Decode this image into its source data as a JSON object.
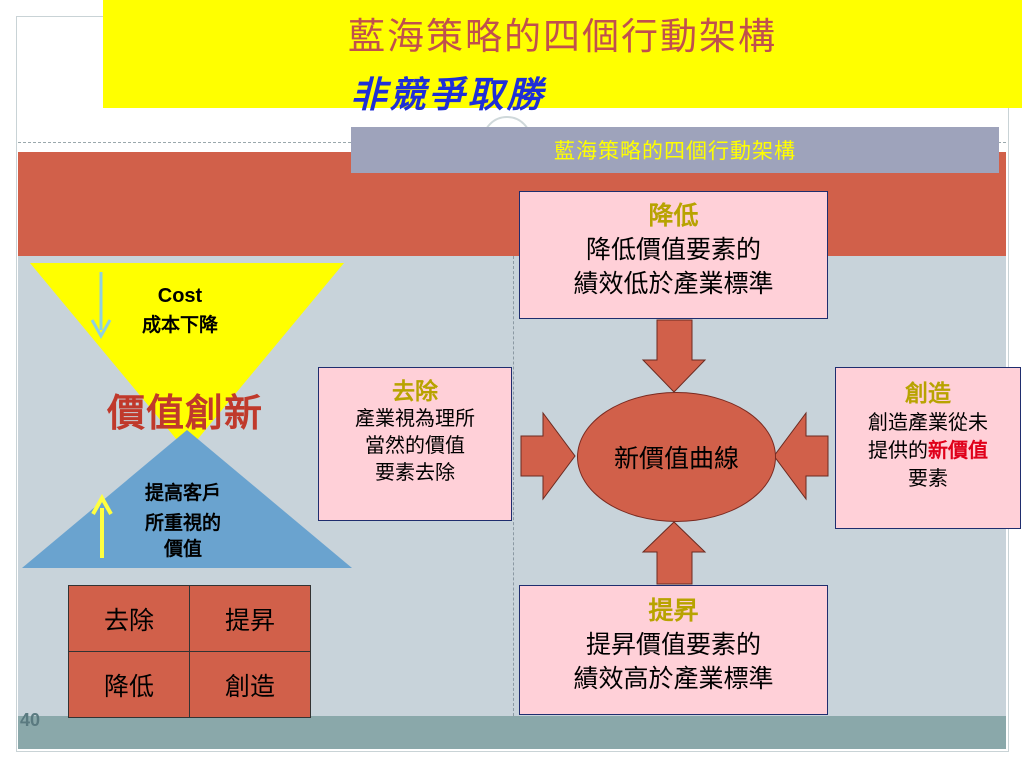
{
  "title": {
    "line1": "藍海策略的四個行動架構",
    "line2": "非競爭取勝"
  },
  "banner": "藍海策略的四個行動架構",
  "reduce": {
    "heading": "降低",
    "line1": "降低價值要素的",
    "line2": "績效低於產業標準"
  },
  "raise": {
    "heading": "提昇",
    "line1": "提昇價值要素的",
    "line2": "績效高於產業標準"
  },
  "eliminate": {
    "heading": "去除",
    "line1": "產業視為理所",
    "line2": "當然的價值",
    "line3": "要素去除"
  },
  "create": {
    "heading": "創造",
    "line1": "創造產業從未",
    "line2_prefix": "提供的",
    "line2_highlight": "新價值",
    "line3": "要素"
  },
  "center": "新價值曲線",
  "left": {
    "cost_en": "Cost",
    "cost_zh": "成本下降",
    "innovation": "價值創新",
    "up_line1": "提高客戶",
    "up_line2": "所重視的",
    "up_line3": "價值"
  },
  "grid": [
    [
      "去除",
      "提昇"
    ],
    [
      "降低",
      "創造"
    ]
  ],
  "page_number": "40",
  "colors": {
    "title_bg": "#ffff00",
    "band_red": "#d1604a",
    "box_pink": "#ffd0d8",
    "title_red": "#c0504d",
    "title_blue": "#1f2fd6"
  }
}
